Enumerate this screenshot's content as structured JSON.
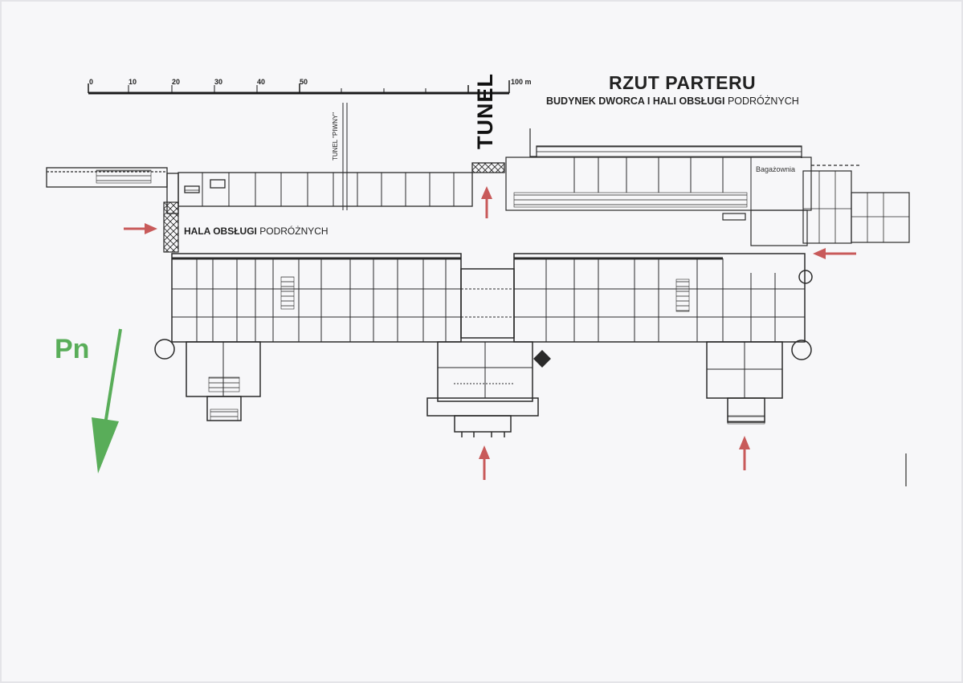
{
  "plan": {
    "title": "RZUT PARTERU",
    "subtitle": "BUDYNEK DWORCA I HALI OBSŁUGI",
    "subtitle_light": "PODRÓŻNYCH",
    "hall_label": "HALA OBSŁUGI",
    "hall_label_light": "PODRÓŻNYCH",
    "tunnel_label": "TUNEL",
    "tunnel_beer_label": "TUNEL \"PIWNY\"",
    "baggage_label": "Bagażownia",
    "north_label": "Pn",
    "scale": {
      "ticks": [
        "0",
        "10",
        "20",
        "30",
        "40",
        "50"
      ],
      "end_label": "100 m"
    },
    "colors": {
      "arrow": "#c85a5a",
      "north_arrow": "#59ad59",
      "ink": "#2a2a2a"
    },
    "icons": {
      "entrance": "entrance-arrow-icon",
      "north": "north-arrow-icon"
    }
  }
}
